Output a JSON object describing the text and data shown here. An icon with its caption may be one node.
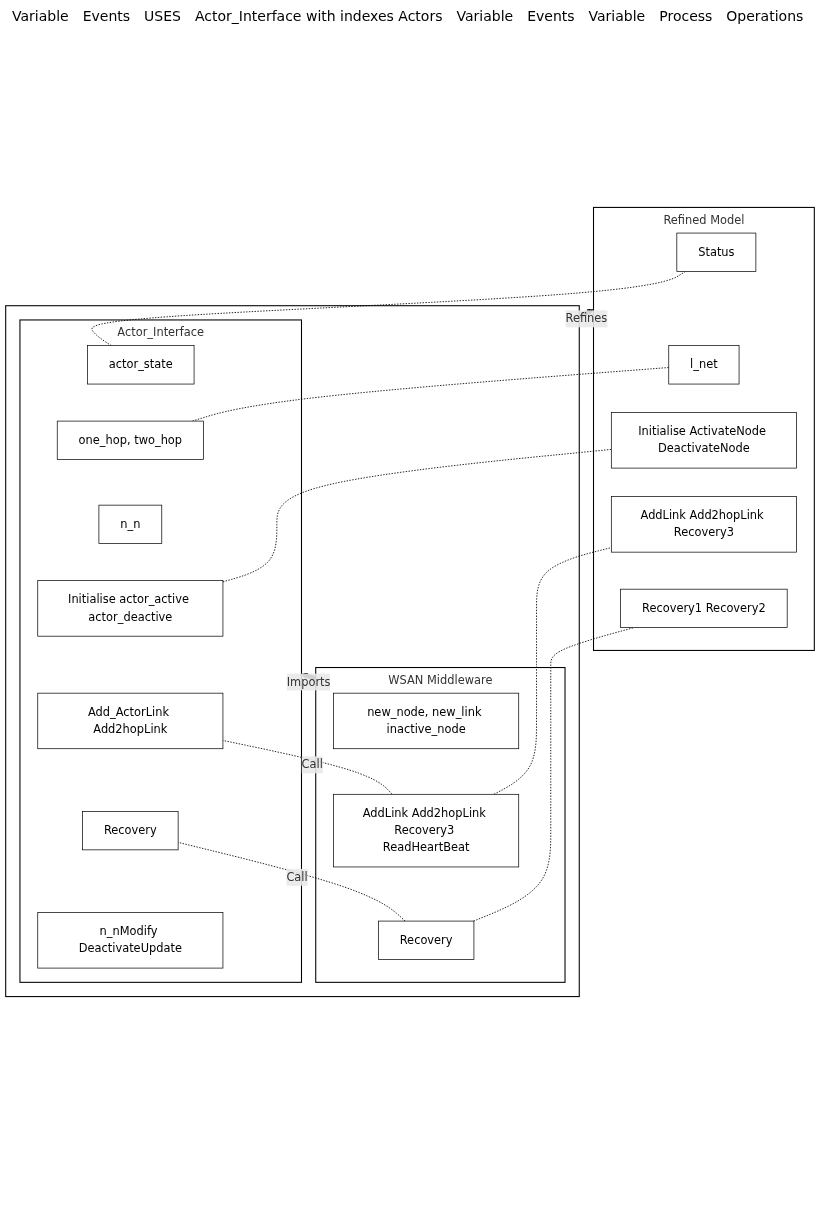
{
  "diagram": {
    "nodes": [
      {
        "text": [
          "Refined Model"
        ]
      },
      {
        "text": [
          "Status"
        ],
        "in": 0
      },
      {
        "text": [
          "l_net"
        ],
        "in": 0
      },
      {
        "text": [
          "Initialise ActivateNode DeactivateNode"
        ],
        "in": 0
      },
      {
        "text": [
          "AddLink Add2hopLink Recovery3"
        ],
        "in": 0
      },
      {
        "text": [
          "Recovery1 Recovery2"
        ],
        "in": 0
      },
      {
        "text": [],
        "shape": "box"
      },
      {
        "text": [
          "WSAN Middleware"
        ],
        "in": 6
      },
      {
        "text": [
          "new_node, new_link inactive_node"
        ],
        "in": 7
      },
      {
        "text": [
          "AddLink Add2hopLink Recovery3 ReadHeartBeat"
        ],
        "in": 7
      },
      {
        "text": [
          "Recovery"
        ],
        "in": 7
      },
      {
        "text": [
          "Actor_Interface"
        ],
        "in": 6
      },
      {
        "text": [
          "actor_state"
        ],
        "in": 11
      },
      {
        "text": [
          "one_hop, two_hop"
        ],
        "in": 11
      },
      {
        "text": [
          "n_n"
        ],
        "in": 11
      },
      {
        "text": [
          "Initialise actor_active actor_deactive"
        ],
        "in": 11
      },
      {
        "text": [
          "Add_ActorLink Add2hopLink"
        ],
        "in": 11
      },
      {
        "text": [
          "Recovery"
        ],
        "in": 11
      },
      {
        "text": [
          "n_nModify DeactivateUpdate"
        ],
        "in": 11
      }
    ],
    "edges": [
      {
        "from": 6,
        "to": 0,
        "arrow": "to",
        "label": "Refines",
        "style": "thick"
      },
      {
        "from": 7,
        "to": 11,
        "arrow": "to",
        "label": "Imports",
        "style": "thick"
      },
      {
        "from": 12,
        "to": 1,
        "arrow": "none",
        "style": "dashed"
      },
      {
        "from": 13,
        "to": 2,
        "arrow": "none",
        "style": "dashed"
      },
      {
        "from": 15,
        "to": 3,
        "arrow": "none",
        "style": "dashed"
      },
      {
        "from": 9,
        "to": 4,
        "arrow": "none",
        "style": "dashed"
      },
      {
        "from": 10,
        "to": 5,
        "arrow": "none",
        "style": "dashed"
      },
      {
        "from": 9,
        "to": 16,
        "arrow": "none",
        "label": "Call",
        "style": "dashed"
      },
      {
        "from": 10,
        "to": 17,
        "arrow": "none",
        "label": "Call",
        "style": "dashed"
      }
    ],
    "labels": [
      "Variable",
      "Events",
      "USES",
      "Actor_Interface with indexes Actors",
      "Variable",
      "Events",
      "Variable",
      "Process",
      "Operations"
    ]
  }
}
